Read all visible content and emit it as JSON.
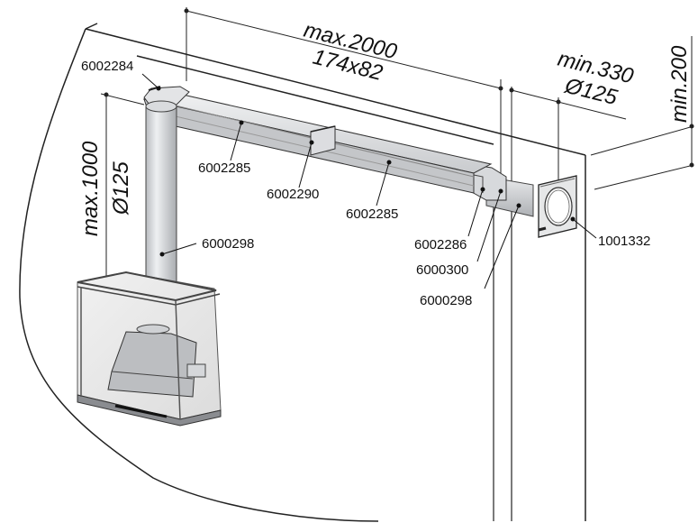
{
  "dimensions": {
    "horizontal_length": "max.2000",
    "duct_section": "174x82",
    "wall_offset": "min.330",
    "wall_diameter": "Ø125",
    "ceiling_height": "min.200",
    "vertical_length": "max.1000",
    "vertical_diameter": "Ø125"
  },
  "parts": {
    "elbow_top": "6002284",
    "duct_left": "6002285",
    "connector": "6002290",
    "duct_right": "6002285",
    "elbow_wall": "6002286",
    "adapter": "6000300",
    "pipe_wall": "6000298",
    "pipe_vertical": "6000298",
    "wall_outlet": "1001332"
  }
}
